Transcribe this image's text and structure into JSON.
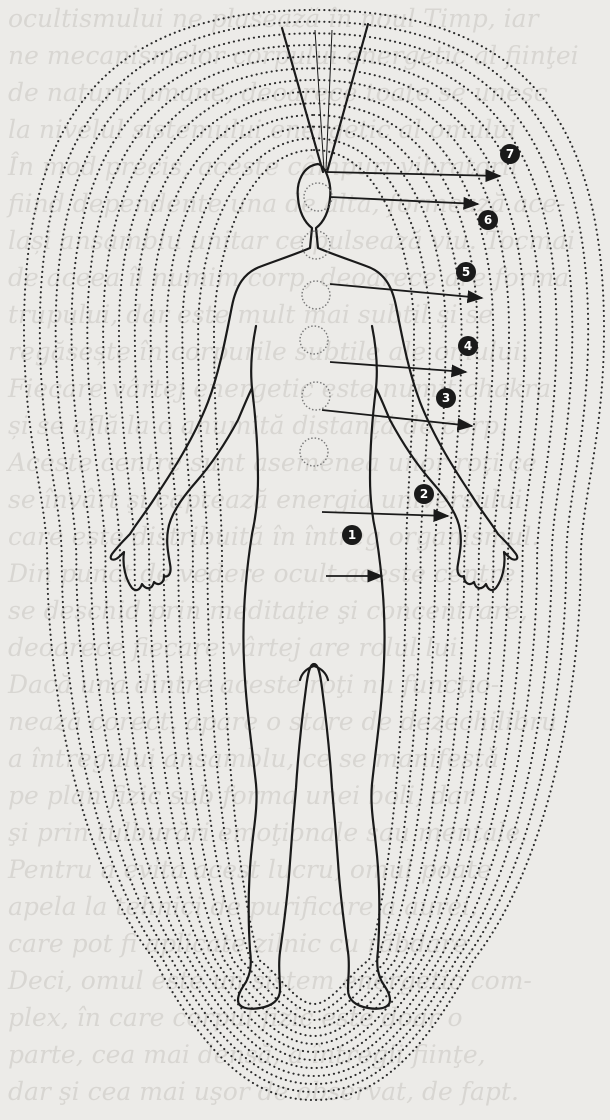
{
  "background_text_lines": [
    "ocultismului ne plasează în noul Timp, iar",
    "ne mecanismelor corpului energetic al fiinţei",
    "de naturii umane, deoarece toate se unesc",
    "la nivelul sistemului energetic al omului",
    "În mod precis, aceste câmpuri vibratorii",
    "fiind dependente una de alta, formează ace-",
    "lași ansamblu unitar ce pulsează viu. Tocmai",
    "de aceea îl numim corp, deoarece are forma",
    "trupului, dar este mult mai subtil și se",
    "regăsește în corpurile subtile ale omului.",
    "Fiecare vârtej energetic este numit chakra",
    "și se află la o anumită distanță de corp.",
    "Aceste centre sunt asemenea unor roţi ce",
    "se învârt şi captează energia universului",
    "care este distribuită în întreg organismul.",
    "Din punct de vedere ocult aceste centre",
    "se deschid prin meditaţie şi concentrare,",
    "deoarece fiecare vârtej are rolul lui.",
    "Dacă una dintre aceste roţi nu funcţio-",
    "nează corect, apare o stare de dezechilibru",
    "a întregului ansamblu, ce se manifestă",
    "pe plan fizic sub forma unei boli, dar",
    "şi prin tulburări emoţionale sau mentale.",
    "Pentru a evita acest lucru, omul poate",
    "apela la tehnici de purificare a aurei,",
    "care pot fi aplicate zilnic cu răbdare.",
    "Deci, omul este un sistem energetic com-",
    "plex, în care corpul fizic este doar o",
    "parte, cea mai densă, a întregii fiinţe,",
    "dar şi cea mai uşor de observat, de fapt."
  ],
  "figure": {
    "chakra_badges": [
      {
        "number": "1"
      },
      {
        "number": "2"
      },
      {
        "number": "3"
      },
      {
        "number": "4"
      },
      {
        "number": "5"
      },
      {
        "number": "6"
      },
      {
        "number": "7"
      }
    ]
  },
  "colors": {
    "paper": "#ecebe8",
    "ink": "#1a1a1a",
    "faded_text": "#d8d6d2"
  }
}
